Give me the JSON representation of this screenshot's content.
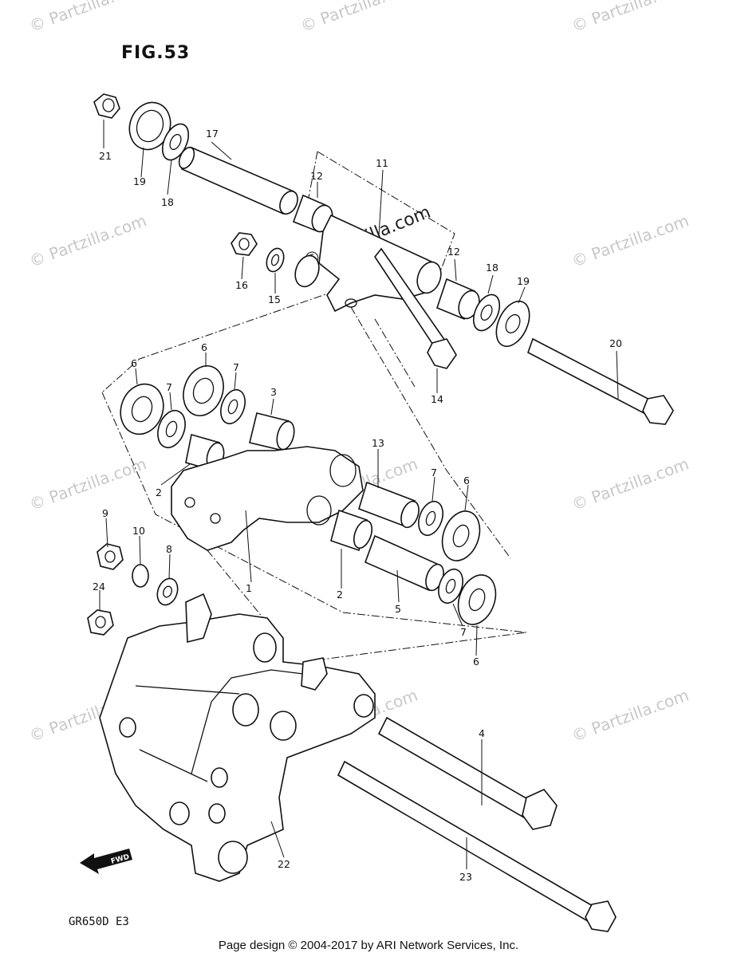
{
  "figure_title": "FIG.53",
  "model_code": "GR650D  E3",
  "footer": "Page design © 2004-2017 by ARI Network Services, Inc.",
  "fwd_label": "FWD",
  "watermark_text": "© Partzilla.com",
  "callouts": [
    {
      "id": "c1",
      "text": "1"
    },
    {
      "id": "c2a",
      "text": "2"
    },
    {
      "id": "c2b",
      "text": "2"
    },
    {
      "id": "c3",
      "text": "3"
    },
    {
      "id": "c4",
      "text": "4"
    },
    {
      "id": "c5",
      "text": "5"
    },
    {
      "id": "c6a",
      "text": "6"
    },
    {
      "id": "c6b",
      "text": "6"
    },
    {
      "id": "c6c",
      "text": "6"
    },
    {
      "id": "c6d",
      "text": "6"
    },
    {
      "id": "c7a",
      "text": "7"
    },
    {
      "id": "c7b",
      "text": "7"
    },
    {
      "id": "c7c",
      "text": "7"
    },
    {
      "id": "c7d",
      "text": "7"
    },
    {
      "id": "c8",
      "text": "8"
    },
    {
      "id": "c9",
      "text": "9"
    },
    {
      "id": "c10",
      "text": "10"
    },
    {
      "id": "c11",
      "text": "11"
    },
    {
      "id": "c12a",
      "text": "12"
    },
    {
      "id": "c12b",
      "text": "12"
    },
    {
      "id": "c13",
      "text": "13"
    },
    {
      "id": "c14",
      "text": "14"
    },
    {
      "id": "c15",
      "text": "15"
    },
    {
      "id": "c16",
      "text": "16"
    },
    {
      "id": "c17",
      "text": "17"
    },
    {
      "id": "c18a",
      "text": "18"
    },
    {
      "id": "c18b",
      "text": "18"
    },
    {
      "id": "c19a",
      "text": "19"
    },
    {
      "id": "c19b",
      "text": "19"
    },
    {
      "id": "c20",
      "text": "20"
    },
    {
      "id": "c21",
      "text": "21"
    },
    {
      "id": "c22",
      "text": "22"
    },
    {
      "id": "c23",
      "text": "23"
    },
    {
      "id": "c24",
      "text": "24"
    }
  ]
}
